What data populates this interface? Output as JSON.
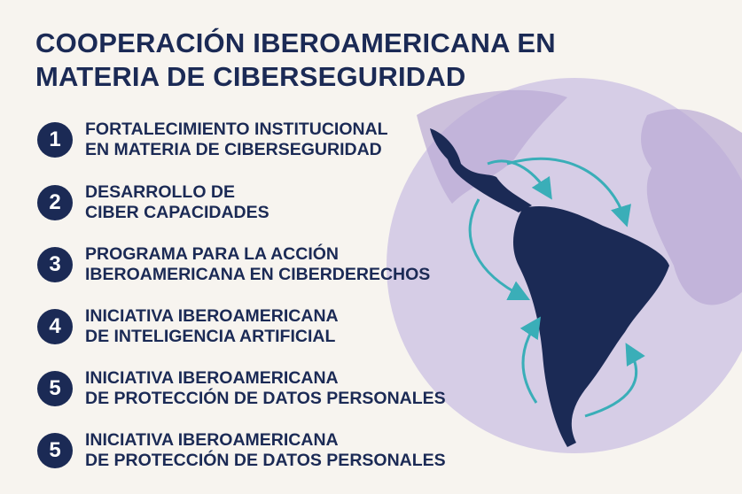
{
  "title": {
    "line1": "COOPERACIÓN IBEROAMERICANA EN",
    "line2": "MATERIA DE CIBERSEGURIDAD"
  },
  "colors": {
    "navy": "#1b2a55",
    "globe": "#d6cde6",
    "land_faint": "#b9a9d4",
    "arrow": "#3aaeb8",
    "background": "#f7f4ef"
  },
  "items": [
    {
      "number": "1",
      "line1": "FORTALECIMIENTO INSTITUCIONAL",
      "line2": "EN MATERIA DE CIBERSEGURIDAD"
    },
    {
      "number": "2",
      "line1": "DESARROLLO DE",
      "line2": "CIBER CAPACIDADES"
    },
    {
      "number": "3",
      "line1": "PROGRAMA PARA LA ACCIÓN",
      "line2": "IBEROAMERICANA EN CIBERDERECHOS"
    },
    {
      "number": "4",
      "line1": "INICIATIVA IBEROAMERICANA",
      "line2": "DE INTELIGENCIA ARTIFICIAL"
    },
    {
      "number": "5",
      "line1": "INICIATIVA IBEROAMERICANA",
      "line2": "DE PROTECCIÓN DE DATOS PERSONALES"
    },
    {
      "number": "5",
      "line1": "INICIATIVA IBEROAMERICANA",
      "line2": "DE PROTECCIÓN DE DATOS PERSONALES"
    }
  ],
  "map": {
    "icon": "latin-america-globe"
  }
}
